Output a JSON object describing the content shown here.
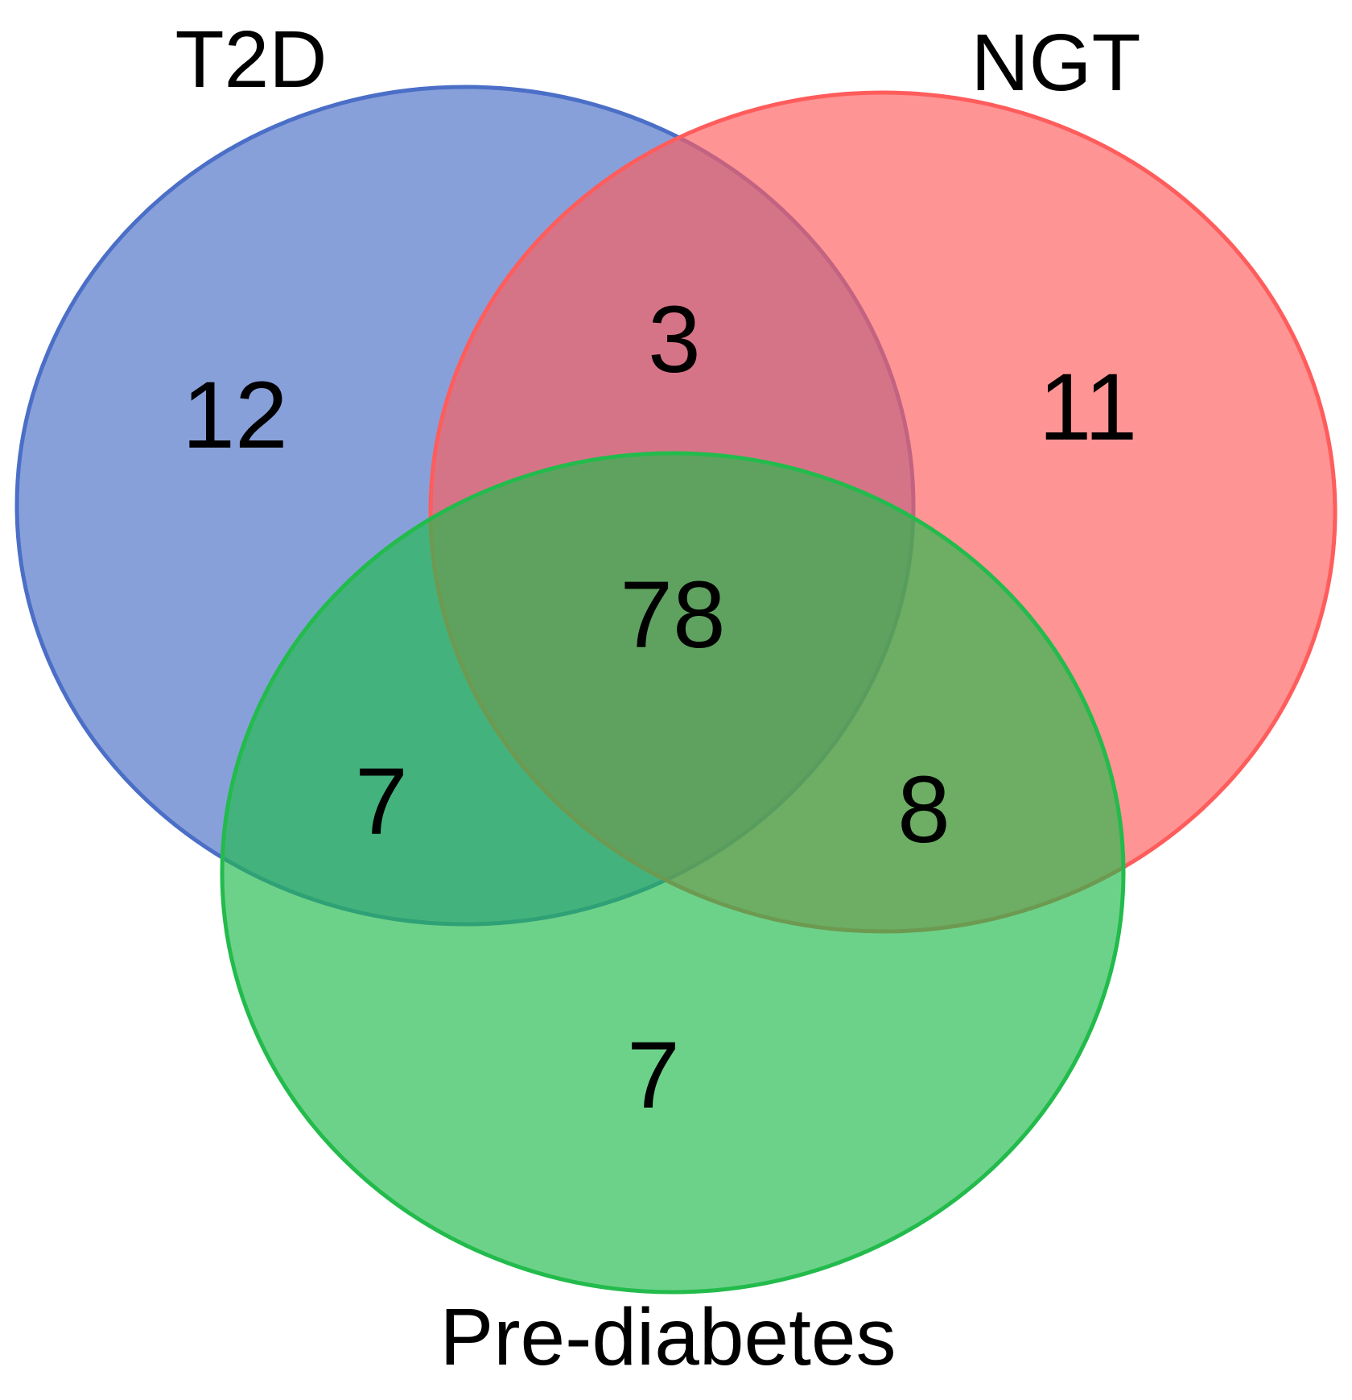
{
  "sets": {
    "t2d": {
      "label": "T2D",
      "color": "#4b6fc7"
    },
    "ngt": {
      "label": "NGT",
      "color": "#ff5c5c"
    },
    "pre_diabetes": {
      "label": "Pre-diabetes",
      "color": "#22bb4c"
    }
  },
  "regions": {
    "t2d_only": "12",
    "ngt_only": "11",
    "pre_diabetes_only": "7",
    "t2d_ngt": "3",
    "t2d_pre_diabetes": "7",
    "ngt_pre_diabetes": "8",
    "all_three": "78"
  }
}
